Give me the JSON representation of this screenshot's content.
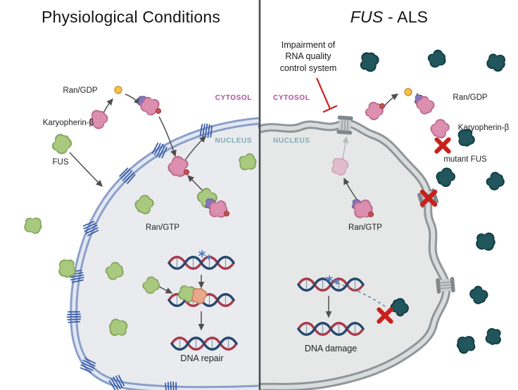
{
  "figure": {
    "left_panel": {
      "title": "Physiological Conditions",
      "compartments": {
        "cytosol": "CYTOSOL",
        "nucleus": "NUCLEUS"
      },
      "labels": {
        "ran_gdp": "Ran/GDP",
        "karyopherin_beta": "Karyopherin-β",
        "fus": "FUS",
        "ran_gtp": "Ran/GTP",
        "dna_repair": "DNA repair"
      }
    },
    "right_panel": {
      "title_gene": "FUS",
      "title_suffix": " - ALS",
      "annotation": "Impairment of\nRNA quality\ncontrol system",
      "compartments": {
        "cytosol": "CYTOSOL",
        "nucleus": "NUCLEUS"
      },
      "labels": {
        "ran_gdp": "Ran/GDP",
        "karyopherin_beta": "Karyopherin-β",
        "mutant_fus": "mutant FUS",
        "ran_gtp": "Ran/GTP",
        "dna_damage": "DNA damage"
      }
    },
    "legend_colors": {
      "fus_protein_green": "#a9c97f",
      "mutant_fus_teal": "#20565c",
      "karyopherin_pink": "#dc8fae",
      "cargo_purple": "#8377bd",
      "ran_gdp_yellow": "#f2c14b",
      "ran_gtp_red": "#c35052",
      "membrane_blue": "#8ba0c8",
      "membrane_gray": "#8f9598",
      "cytosol_label_color": "#ad4f9e",
      "nucleus_label_color": "#82aab2",
      "inhibition_red": "#c9201d",
      "dna_strand_red": "#a93a4c",
      "dna_strand_blue": "#27476e"
    }
  }
}
